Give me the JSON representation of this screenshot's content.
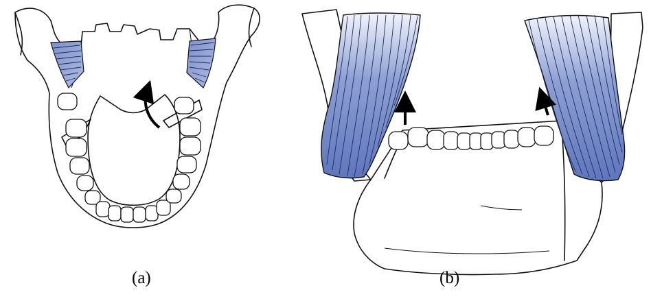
{
  "panels": [
    {
      "id": "a",
      "label": "(a)"
    },
    {
      "id": "b",
      "label": "(b)"
    }
  ],
  "colors": {
    "muscle": "#6f84c4",
    "muscle_light": "#eef1f9",
    "outline": "#111111",
    "background": "#ffffff"
  },
  "icons": [
    "arrow-up-curved-icon",
    "arrow-up-icon"
  ]
}
